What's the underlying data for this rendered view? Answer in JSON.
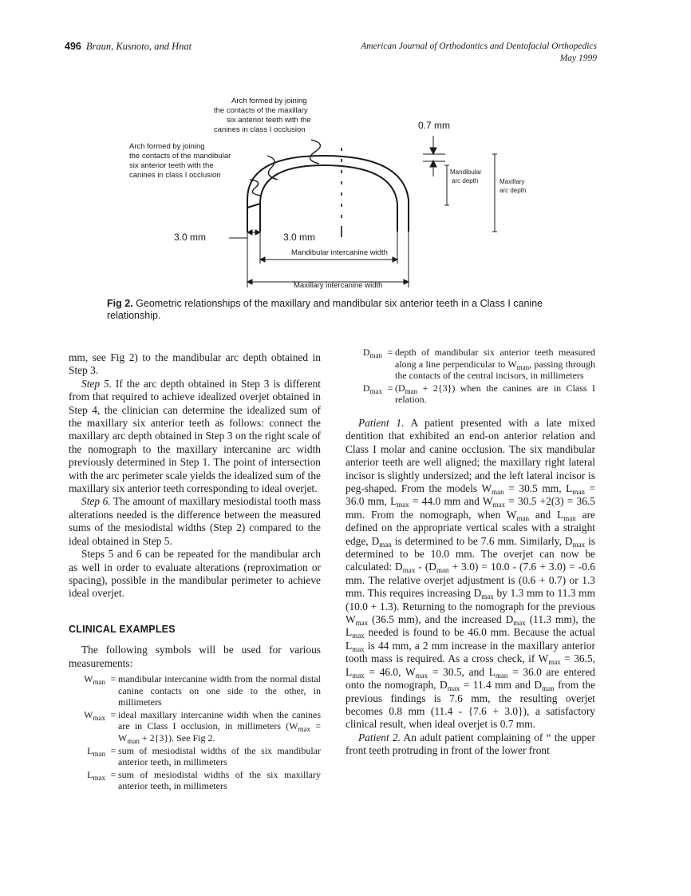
{
  "header": {
    "page_number": "496",
    "authors": "Braun, Kusnoto, and Hnat",
    "journal": "American Journal of Orthodontics and Dentofacial Orthopedics",
    "date": "May 1999"
  },
  "figure": {
    "label_arch_max_1": "Arch formed by joining",
    "label_arch_max_2": "the contacts of the maxillary",
    "label_arch_max_3": "six anterior teeth with the",
    "label_arch_max_4": "canines in class I occlusion",
    "label_arch_man_1": "Arch formed by joining",
    "label_arch_man_2": "the contacts of the mandibular",
    "label_arch_man_3": "six anterior teeth with the",
    "label_arch_man_4": "canines in class I occlusion",
    "label_07": "0.7 mm",
    "label_mand_depth_1": "Mandibular",
    "label_mand_depth_2": "arc depth",
    "label_max_depth_1": "Maxillary",
    "label_max_depth_2": "arc depth",
    "label_3mm_left": "3.0 mm",
    "label_3mm_mid": "3.0 mm",
    "label_mand_width": "Mandibular intercanine width",
    "label_max_width": "Maxillary intercanine width"
  },
  "caption": {
    "label": "Fig 2.",
    "text": "Geometric relationships of the maxillary and mandibular six anterior teeth in a Class I canine relationship."
  },
  "left_column": {
    "p1": "mm, see Fig 2) to the mandibular arc depth obtained in Step 3.",
    "step5_label": "Step 5.",
    "step5_text": "If the arc depth obtained in Step 3 is different from that required to achieve idealized overjet obtained in Step 4, the clinician can determine the idealized sum of the maxillary six anterior teeth as follows: connect the maxillary arc depth obtained in Step 3 on the right scale of the nomograph to the maxillary intercanine arc width previously determined in Step 1. The point of intersection with the arc perimeter scale yields the idealized sum of the maxillary six anterior teeth corresponding to ideal overjet.",
    "step6_label": "Step 6.",
    "step6_text": "The amount of maxillary mesiodistal tooth mass alterations needed is the difference between the measured sums of the mesiodistal widths (Step 2) compared to the ideal obtained in Step 5.",
    "p_steps": "Steps 5 and 6 can be repeated for the mandibular arch as well in order to evaluate alterations (reproximation or spacing), possible in the mandibular perimeter to achieve ideal overjet.",
    "section_heading": "CLINICAL EXAMPLES",
    "p_symbols": "The following symbols will be used for various measurements:",
    "wman_def": "mandibular intercanine width from the normal distal canine contacts on one side to the other, in millimeters",
    "wmax_def_a": "ideal maxillary intercanine width when the canines are in Class I occlusion, in millimeters",
    "wmax_def_b": "+ 2{3}). See Fig 2.",
    "lman_def": "sum of mesiodistal widths of the six mandibular anterior teeth, in millimeters",
    "lmax_def": "sum of mesiodistal widths of the six maxillary anterior teeth, in millimeters"
  },
  "right_column": {
    "dman_def_a": "depth of mandibular six anterior teeth measured along a line perpendicular to W",
    "dman_def_b": ", passing through the contacts of the central incisors, in millimeters",
    "dmax_def_b": "+ 2{3}) when the canines are in Class I relation.",
    "patient1_label": "Patient 1.",
    "p1_a": "A patient presented with a late mixed dentition that exhibited an end-on anterior relation and Class I molar and canine occlusion. The six mandibular anterior teeth are well aligned; the maxillary right lateral incisor is slightly undersized; and the left lateral incisor is peg-shaped. From the models W",
    "p1_b": "= 30.5 mm, L",
    "p1_c": "= 36.0 mm, L",
    "p1_d": "= 44.0 mm and W",
    "p1_e": "= 30.5 +2(3) = 36.5 mm. From the nomograph, when W",
    "p1_f": "and L",
    "p1_g": "are defined on the appropriate vertical scales with a straight edge, D",
    "p1_h": "is determined to be 7.6 mm. Similarly, D",
    "p1_i": "is determined to be 10.0 mm. The overjet can now be calculated: D",
    "p1_j": "- (D",
    "p1_k": "+ 3.0) = 10.0 - (7.6 + 3.0) = -0.6 mm. The relative overjet adjustment is (0.6 + 0.7) or 1.3 mm. This requires increasing D",
    "p1_l": "by 1.3 mm to 11.3 mm (10.0 + 1.3). Returning to the nomograph for the previous W",
    "p1_m": "(36.5 mm), and the increased D",
    "p1_n": "(11.3 mm), the L",
    "p1_o": "needed is found to be 46.0 mm. Because the actual L",
    "p1_p": "is 44 mm, a 2 mm increase in the maxillary anterior tooth mass is required. As a cross check, if W",
    "p1_q": "= 36.5, L",
    "p1_r": "= 46.0, W",
    "p1_s": "= 30.5, and L",
    "p1_t": "= 36.0 are entered onto the nomograph, D",
    "p1_u": "= 11.4 mm and D",
    "p1_v": "from the previous findings is 7.6 mm, the resulting overjet becomes 0.8 mm (11.4 - {7.6 + 3.0}), a satisfactory clinical result, when ideal overjet is 0.7 mm.",
    "patient2_label": "Patient 2.",
    "p2": "An adult patient complaining of “ the upper front teeth protruding in front of the lower front"
  },
  "symbols": {
    "W": "W",
    "L": "L",
    "D": "D",
    "man": "man",
    "max": "max"
  }
}
